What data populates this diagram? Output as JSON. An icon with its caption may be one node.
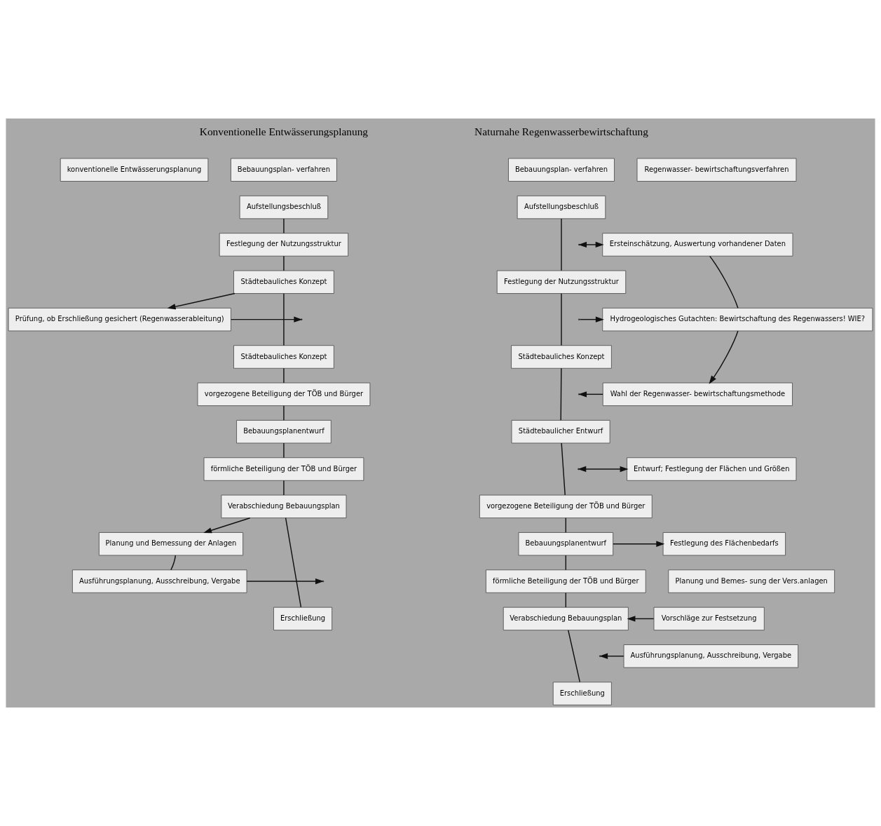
{
  "diagram": {
    "nodes": [
      {
        "text": [
          "Bebauungsplan- verfahren"
        ]
      },
      {
        "text": [
          "konventionelle Entwässerungsplanung"
        ]
      },
      {
        "text": [
          "Aufstellungsbeschluß"
        ]
      },
      {
        "text": [
          "Festlegung der Nutzungsstruktur"
        ]
      },
      {
        "text": [
          "Städtebauliches Konzept"
        ]
      },
      {
        "text": [
          "Prüfung, ob Erschließung gesichert (Regenwasserableitung)"
        ]
      },
      {
        "text": [
          "Städtebauliches Konzept"
        ]
      },
      {
        "text": [
          "vorgezogene Beteiligung der TÖB und Bürger"
        ]
      },
      {
        "text": [
          "Bebauungsplanentwurf"
        ]
      },
      {
        "text": [
          "förmliche Beteiligung der TÖB und Bürger"
        ]
      },
      {
        "text": [
          "Verabschiedung Bebauungsplan"
        ]
      },
      {
        "text": [
          "Planung und Bemessung der Anlagen"
        ]
      },
      {
        "text": [
          "Ausführungsplanung, Ausschreibung, Vergabe"
        ]
      },
      {
        "text": [
          "Erschließung"
        ]
      },
      {
        "text": [
          "Bebauungsplan- verfahren"
        ]
      },
      {
        "text": [
          "Regenwasser- bewirtschaftungsverfahren"
        ]
      },
      {
        "text": [
          "Aufstellungsbeschluß"
        ]
      },
      {
        "text": [
          "Ersteinschätzung, Auswertung vorhandener Daten"
        ]
      },
      {
        "text": [
          "Festlegung der Nutzungsstruktur"
        ]
      },
      {
        "text": [
          "Hydrogeologisches Gutachten: Bewirtschaftung des Regenwassers! WIE?"
        ]
      },
      {
        "text": [
          "Städtebauliches Konzept"
        ]
      },
      {
        "text": [
          "Wahl der Regenwasser- bewirtschaftungsmethode"
        ]
      },
      {
        "text": [
          "Städtebaulicher Entwurf"
        ]
      },
      {
        "text": [
          "Entwurf; Festlegung der Flächen und Größen"
        ]
      },
      {
        "text": [
          "vorgezogene Beteiligung der TÖB und Bürger"
        ]
      },
      {
        "text": [
          "Bebauungsplanentwurf"
        ]
      },
      {
        "text": [
          "Festlegung des Flächenbedarfs"
        ]
      },
      {
        "text": [
          "förmliche Beteiligung der TÖB und Bürger"
        ]
      },
      {
        "text": [
          "Planung und Bemes- sung der Vers.anlagen"
        ]
      },
      {
        "text": [
          "Verabschiedung Bebauungsplan"
        ]
      },
      {
        "text": [
          "Vorschläge zur Festsetzung"
        ]
      },
      {
        "text": [
          "Ausführungsplanung, Ausschreibung, Vergabe"
        ]
      },
      {
        "text": [
          "Erschließung"
        ]
      }
    ],
    "edges": [
      {
        "from": 2,
        "to": 3,
        "arrow": "none"
      },
      {
        "from": 3,
        "to": 4,
        "arrow": "none"
      },
      {
        "from": 4,
        "to": 6,
        "arrow": "none"
      },
      {
        "from": 6,
        "to": 7,
        "arrow": "none"
      },
      {
        "from": 7,
        "to": 8,
        "arrow": "none"
      },
      {
        "from": 8,
        "to": 9,
        "arrow": "none"
      },
      {
        "from": 9,
        "to": 10,
        "arrow": "none"
      },
      {
        "from": 10,
        "to": 13,
        "arrow": "none"
      },
      {
        "from": 4,
        "to": 5,
        "arrow": "to"
      },
      {
        "from": 5,
        "to": null,
        "arrow": "to"
      },
      {
        "from": 10,
        "to": 11,
        "arrow": "to"
      },
      {
        "from": 11,
        "to": 12,
        "arrow": "none"
      },
      {
        "from": 12,
        "to": null,
        "arrow": "to"
      },
      {
        "from": 16,
        "to": 18,
        "arrow": "none"
      },
      {
        "from": 18,
        "to": 20,
        "arrow": "none"
      },
      {
        "from": 20,
        "to": 22,
        "arrow": "none"
      },
      {
        "from": 22,
        "to": 24,
        "arrow": "none"
      },
      {
        "from": 24,
        "to": 25,
        "arrow": "none"
      },
      {
        "from": 25,
        "to": 27,
        "arrow": "none"
      },
      {
        "from": 27,
        "to": 29,
        "arrow": "none"
      },
      {
        "from": 29,
        "to": 32,
        "arrow": "none"
      },
      {
        "from": null,
        "to": 17,
        "arrow": "both"
      },
      {
        "from": 17,
        "to": 19,
        "arrow": "none"
      },
      {
        "from": null,
        "to": 19,
        "arrow": "to"
      },
      {
        "from": 19,
        "to": 21,
        "arrow": "to"
      },
      {
        "from": 21,
        "to": null,
        "arrow": "to"
      },
      {
        "from": null,
        "to": 23,
        "arrow": "both"
      },
      {
        "from": 25,
        "to": 26,
        "arrow": "to"
      },
      {
        "from": 30,
        "to": 29,
        "arrow": "to"
      },
      {
        "from": 31,
        "to": null,
        "arrow": "to"
      }
    ],
    "labels": [
      "Konventionelle Entwässerungsplanung",
      "Naturnahe Regenwasserbewirtschaftung"
    ]
  }
}
